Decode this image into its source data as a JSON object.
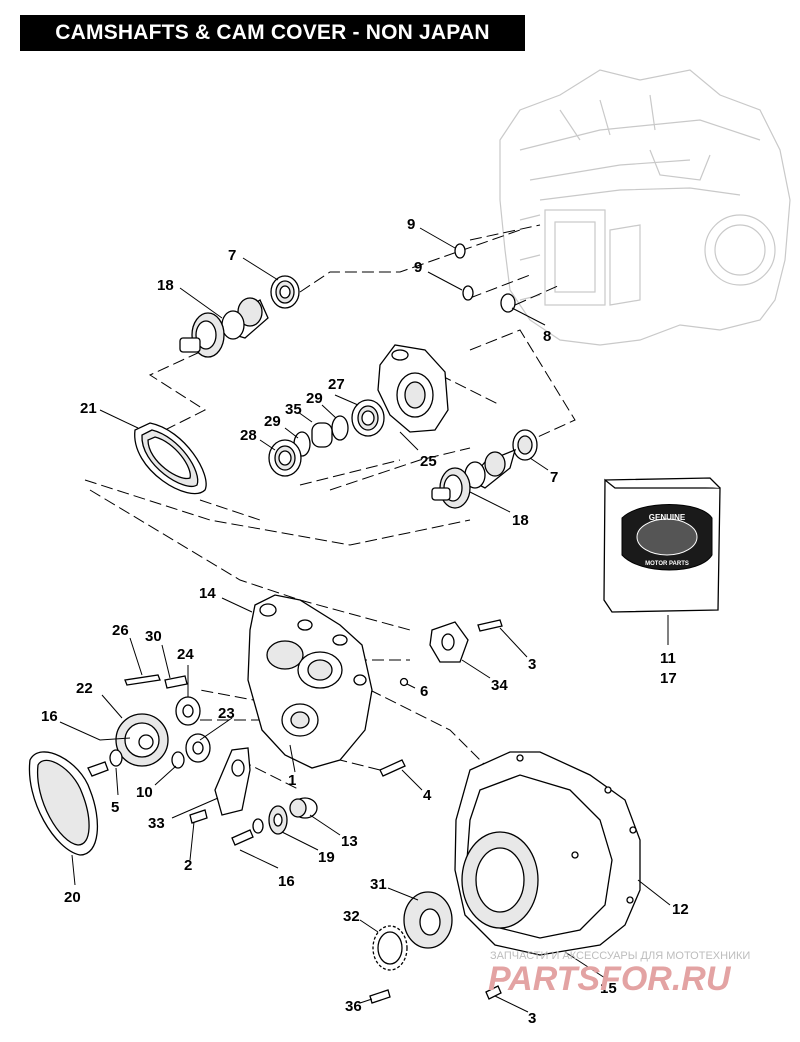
{
  "title": "CAMSHAFTS & CAM COVER - NON JAPAN",
  "callouts": [
    {
      "id": "c9a",
      "label": "9"
    },
    {
      "id": "c9b",
      "label": "9"
    },
    {
      "id": "c8",
      "label": "8"
    },
    {
      "id": "c7a",
      "label": "7"
    },
    {
      "id": "c18a",
      "label": "18"
    },
    {
      "id": "c21",
      "label": "21"
    },
    {
      "id": "c27",
      "label": "27"
    },
    {
      "id": "c29a",
      "label": "29"
    },
    {
      "id": "c35",
      "label": "35"
    },
    {
      "id": "c29b",
      "label": "29"
    },
    {
      "id": "c28",
      "label": "28"
    },
    {
      "id": "c25",
      "label": "25"
    },
    {
      "id": "c7b",
      "label": "7"
    },
    {
      "id": "c18b",
      "label": "18"
    },
    {
      "id": "c11",
      "label": "11"
    },
    {
      "id": "c17",
      "label": "17"
    },
    {
      "id": "c14",
      "label": "14"
    },
    {
      "id": "c26",
      "label": "26"
    },
    {
      "id": "c30",
      "label": "30"
    },
    {
      "id": "c24",
      "label": "24"
    },
    {
      "id": "c22",
      "label": "22"
    },
    {
      "id": "c3a",
      "label": "3"
    },
    {
      "id": "c34",
      "label": "34"
    },
    {
      "id": "c6",
      "label": "6"
    },
    {
      "id": "c23",
      "label": "23"
    },
    {
      "id": "c16a",
      "label": "16"
    },
    {
      "id": "c1",
      "label": "1"
    },
    {
      "id": "c10",
      "label": "10"
    },
    {
      "id": "c5",
      "label": "5"
    },
    {
      "id": "c4",
      "label": "4"
    },
    {
      "id": "c33",
      "label": "33"
    },
    {
      "id": "c13",
      "label": "13"
    },
    {
      "id": "c2",
      "label": "2"
    },
    {
      "id": "c19",
      "label": "19"
    },
    {
      "id": "c16b",
      "label": "16"
    },
    {
      "id": "c20",
      "label": "20"
    },
    {
      "id": "c12",
      "label": "12"
    },
    {
      "id": "c31",
      "label": "31"
    },
    {
      "id": "c32",
      "label": "32"
    },
    {
      "id": "c15",
      "label": "15"
    },
    {
      "id": "c36",
      "label": "36"
    },
    {
      "id": "c3b",
      "label": "3"
    }
  ],
  "genuine_box": {
    "line1": "GENUINE",
    "line2": "MOTOR PARTS"
  },
  "watermark": {
    "tagline": "ЗАПЧАСТИ И АКСЕССУАРЫ ДЛЯ МОТОТЕХНИКИ",
    "logo": "PARTSFOR.RU"
  }
}
